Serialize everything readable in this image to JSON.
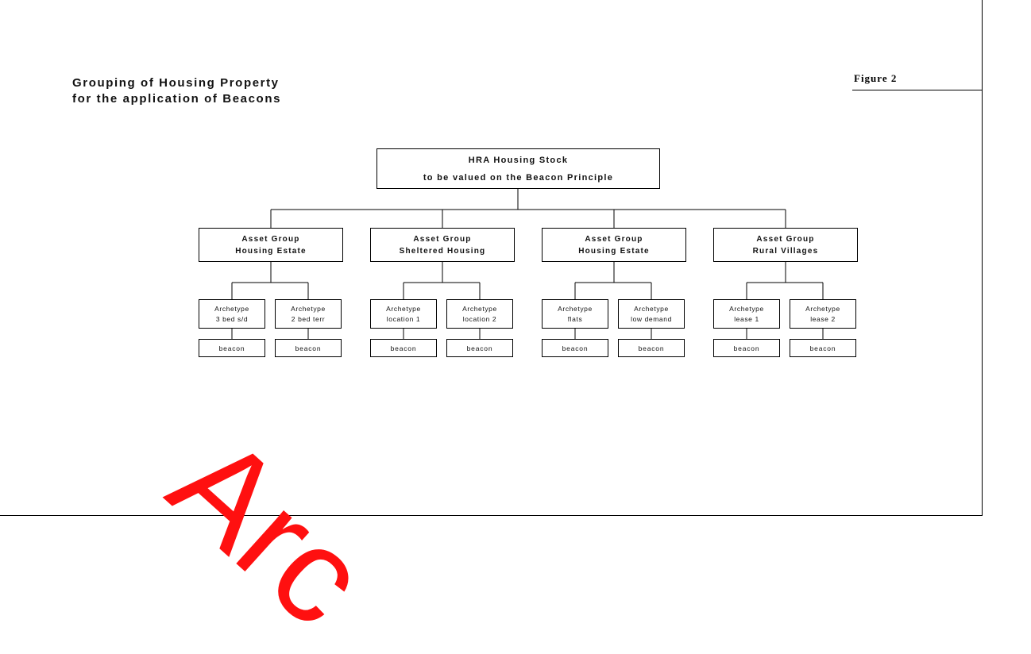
{
  "figure_label": "Figure 2",
  "title": {
    "line1": "Grouping of Housing Property",
    "line2": "for the application of Beacons"
  },
  "root": {
    "line1": "HRA Housing Stock",
    "line2": "to be valued on the Beacon Principle"
  },
  "groups": [
    {
      "line1": "Asset Group",
      "line2": "Housing Estate",
      "archetypes": [
        {
          "line1": "Archetype",
          "line2": "3 bed s/d",
          "beacon": "beacon"
        },
        {
          "line1": "Archetype",
          "line2": "2 bed terr",
          "beacon": "beacon"
        }
      ]
    },
    {
      "line1": "Asset Group",
      "line2": "Sheltered Housing",
      "archetypes": [
        {
          "line1": "Archetype",
          "line2": "location 1",
          "beacon": "beacon"
        },
        {
          "line1": "Archetype",
          "line2": "location 2",
          "beacon": "beacon"
        }
      ]
    },
    {
      "line1": "Asset Group",
      "line2": "Housing Estate",
      "archetypes": [
        {
          "line1": "Archetype",
          "line2": "flats",
          "beacon": "beacon"
        },
        {
          "line1": "Archetype",
          "line2": "low demand",
          "beacon": "beacon"
        }
      ]
    },
    {
      "line1": "Asset Group",
      "line2": "Rural Villages",
      "archetypes": [
        {
          "line1": "Archetype",
          "line2": "lease 1",
          "beacon": "beacon"
        },
        {
          "line1": "Archetype",
          "line2": "lease 2",
          "beacon": "beacon"
        }
      ]
    }
  ],
  "watermark": "Arc",
  "colors": {
    "watermark": "#ff1010",
    "line": "#000000"
  }
}
